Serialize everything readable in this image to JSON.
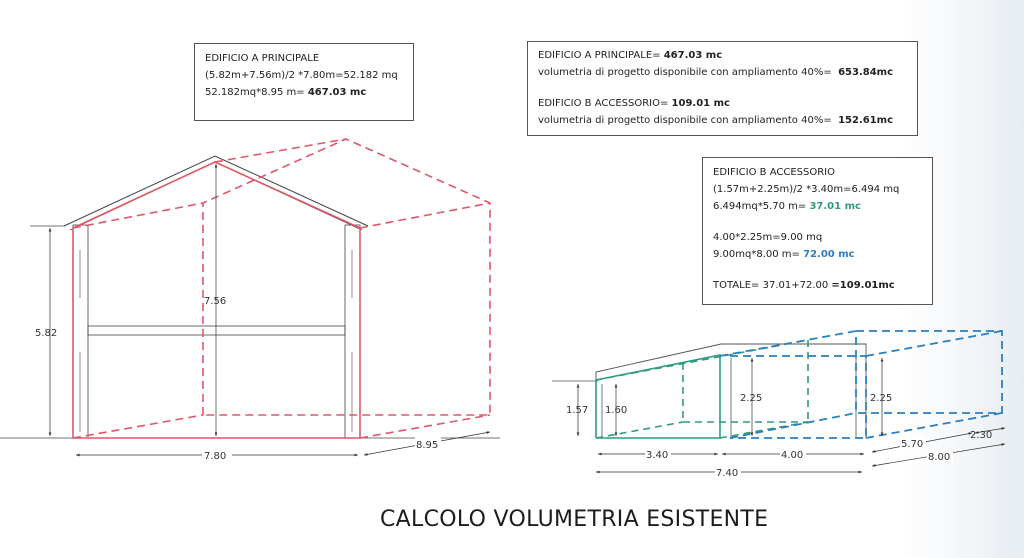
{
  "title": "CALCOLO VOLUMETRIA ESISTENTE",
  "colors": {
    "building_a": "#e0576a",
    "building_b_part1": "#2e9c80",
    "building_b_part2": "#2a7fc0",
    "outline": "#444444"
  },
  "box_a": {
    "heading": "EDIFICIO A PRINCIPALE",
    "line1": "(5.82m+7.56m)/2 *7.80m=52.182 mq",
    "line2_prefix": "52.182mq*8.95 m=",
    "line2_result": "467.03 mc"
  },
  "summary_box": {
    "a_label": "EDIFICIO A PRINCIPALE=",
    "a_value": "467.03 mc",
    "a_expansion_label": "volumetria di progetto disponibile con ampliamento 40%=",
    "a_expansion_value": "653.84mc",
    "b_label": "EDIFICIO B ACCESSORIO=",
    "b_value": "109.01 mc",
    "b_expansion_label": "volumetria di progetto disponibile con ampliamento 40%=",
    "b_expansion_value": "152.61mc"
  },
  "box_b": {
    "heading": "EDIFICIO B ACCESSORIO",
    "line1": "(1.57m+2.25m)/2 *3.40m=6.494 mq",
    "line2_prefix": "6.494mq*5.70 m=",
    "line2_result": "37.01 mc",
    "line3": "4.00*2.25m=9.00 mq",
    "line4_prefix": "9.00mq*8.00 m=",
    "line4_result": "72.00 mc",
    "total_prefix": "TOTALE= 37.01+72.00",
    "total_result": "=109.01mc"
  },
  "dimensions_a": {
    "eave_height": "5.82",
    "ridge_height": "7.56",
    "width": "7.80",
    "depth": "8.95"
  },
  "dimensions_b": {
    "left_height_outer": "1.57",
    "left_height_inner": "1.60",
    "mid_height": "2.25",
    "right_height": "2.25",
    "width_part1": "3.40",
    "width_part2": "4.00",
    "width_total": "7.40",
    "depth_part1": "5.70",
    "depth_extra": "2.30",
    "depth_total": "8.00"
  }
}
